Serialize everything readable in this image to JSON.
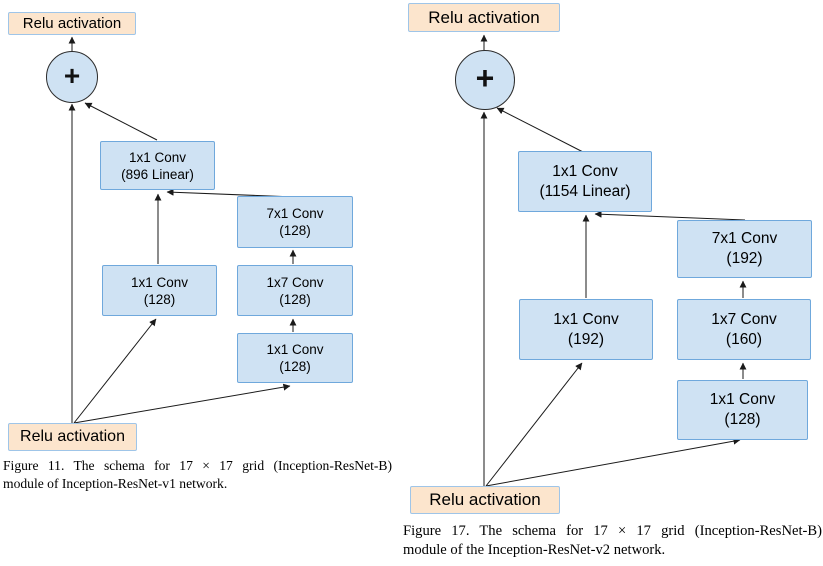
{
  "colors": {
    "conv_fill": "#cfe2f3",
    "conv_border": "#6fa8dc",
    "relu_fill": "#fce5cd",
    "relu_border": "#9fc5e8"
  },
  "left": {
    "relu_top": "Relu activation",
    "plus": "+",
    "boxes": {
      "linear": {
        "l1": "1x1 Conv",
        "l2": "(896 Linear)"
      },
      "conv7x1": {
        "l1": "7x1 Conv",
        "l2": "(128)"
      },
      "conv1x1_mid": {
        "l1": "1x1 Conv",
        "l2": "(128)"
      },
      "conv1x7": {
        "l1": "1x7 Conv",
        "l2": "(128)"
      },
      "conv1x1_bottom": {
        "l1": "1x1 Conv",
        "l2": "(128)"
      }
    },
    "relu_bottom": "Relu activation",
    "caption": {
      "line1": "Figure 11. The schema for 17 × 17 grid (Inception-ResNet-B)",
      "line2": "module of Inception-ResNet-v1 network."
    }
  },
  "right": {
    "relu_top": "Relu activation",
    "plus": "+",
    "boxes": {
      "linear": {
        "l1": "1x1 Conv",
        "l2": "(1154 Linear)"
      },
      "conv7x1": {
        "l1": "7x1 Conv",
        "l2": "(192)"
      },
      "conv1x1_mid": {
        "l1": "1x1 Conv",
        "l2": "(192)"
      },
      "conv1x7": {
        "l1": "1x7 Conv",
        "l2": "(160)"
      },
      "conv1x1_bottom": {
        "l1": "1x1 Conv",
        "l2": "(128)"
      }
    },
    "relu_bottom": "Relu activation",
    "caption": {
      "line1": "Figure 17. The schema for 17 × 17 grid (Inception-ResNet-B)",
      "line2": "module of the Inception-ResNet-v2 network."
    }
  }
}
